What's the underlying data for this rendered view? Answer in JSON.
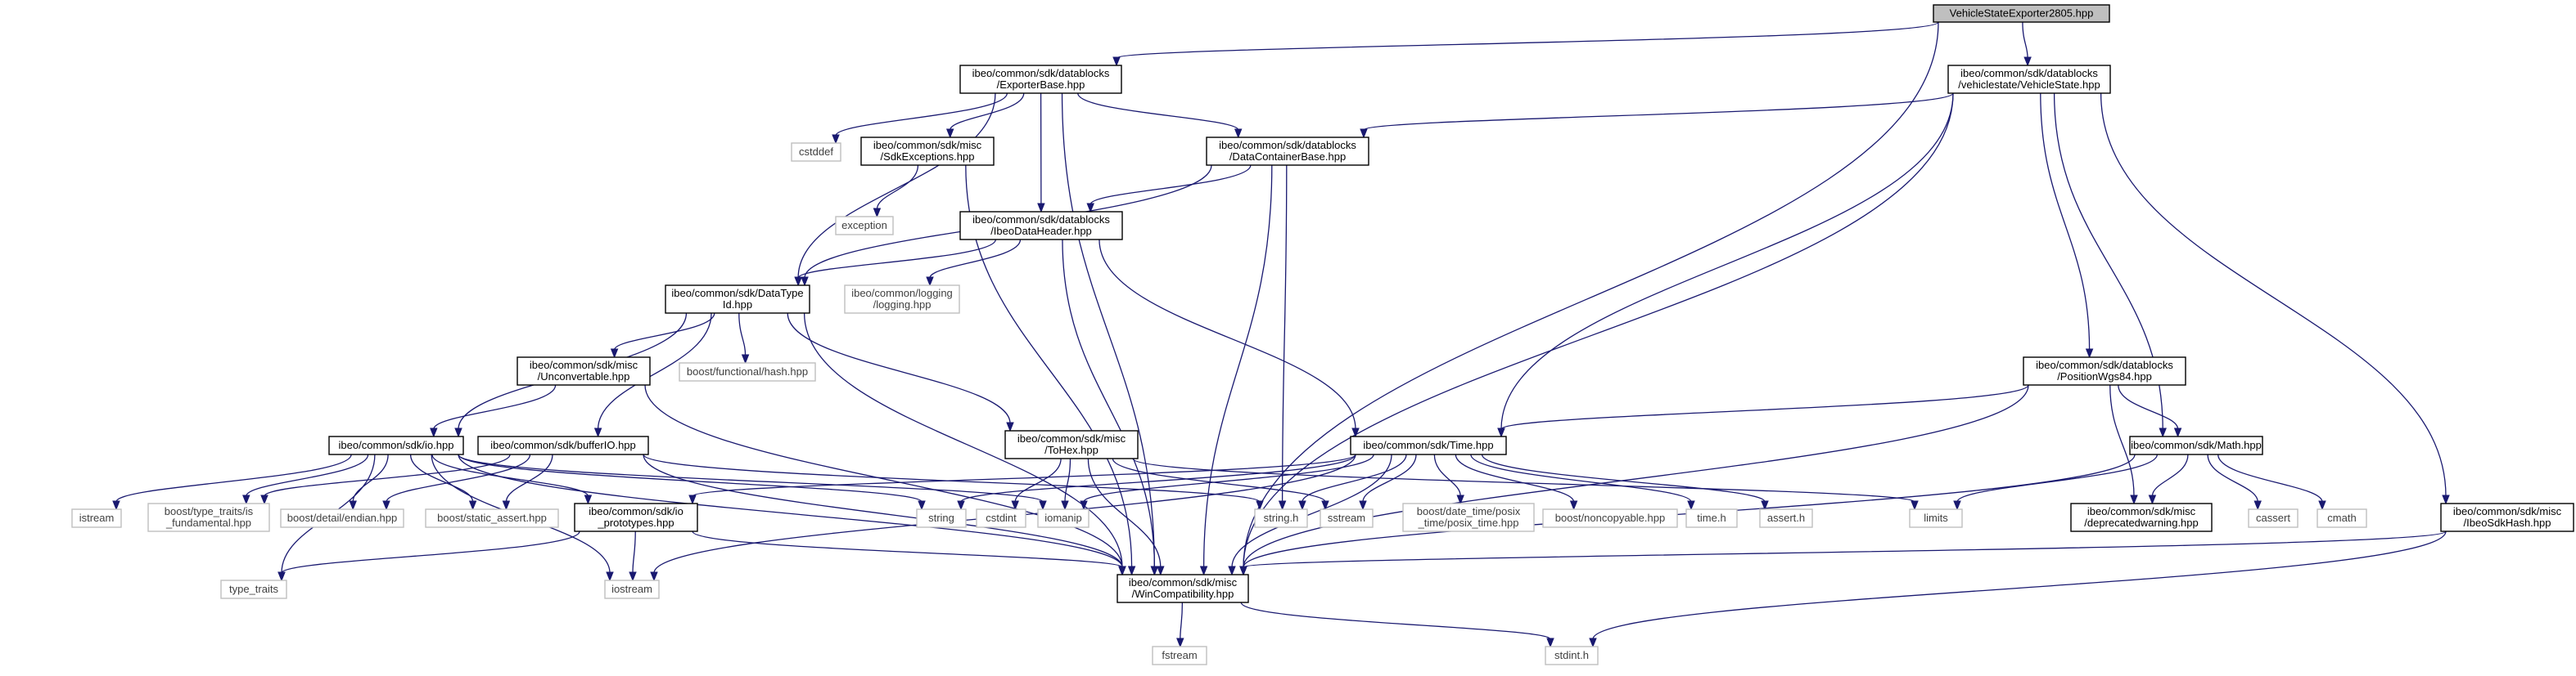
{
  "colors": {
    "edge": "#191970",
    "root_fill": "#bfbfbf",
    "external_border": "#bfbfbf",
    "text": "#000000"
  },
  "nodes": [
    {
      "id": "root",
      "kind": "root",
      "lines": [
        "VehicleStateExporter2805.hpp"
      ]
    },
    {
      "id": "exporterbase",
      "kind": "include",
      "lines": [
        "ibeo/common/sdk/datablocks",
        "/ExporterBase.hpp"
      ]
    },
    {
      "id": "vehiclestate",
      "kind": "include",
      "lines": [
        "ibeo/common/sdk/datablocks",
        "/vehiclestate/VehicleState.hpp"
      ]
    },
    {
      "id": "cstddef",
      "kind": "external",
      "lines": [
        "cstddef"
      ]
    },
    {
      "id": "sdkexceptions",
      "kind": "include",
      "lines": [
        "ibeo/common/sdk/misc",
        "/SdkExceptions.hpp"
      ]
    },
    {
      "id": "datacontainerbase",
      "kind": "include",
      "lines": [
        "ibeo/common/sdk/datablocks",
        "/DataContainerBase.hpp"
      ]
    },
    {
      "id": "exception",
      "kind": "external",
      "lines": [
        "exception"
      ]
    },
    {
      "id": "ibeodataheader",
      "kind": "include",
      "lines": [
        "ibeo/common/sdk/datablocks",
        "/IbeoDataHeader.hpp"
      ]
    },
    {
      "id": "datatypeid",
      "kind": "include",
      "lines": [
        "ibeo/common/sdk/DataType",
        "Id.hpp"
      ]
    },
    {
      "id": "logging",
      "kind": "external",
      "lines": [
        "ibeo/common/logging",
        "/logging.hpp"
      ]
    },
    {
      "id": "unconvertable",
      "kind": "include",
      "lines": [
        "ibeo/common/sdk/misc",
        "/Unconvertable.hpp"
      ]
    },
    {
      "id": "functionalhash",
      "kind": "external",
      "lines": [
        "boost/functional/hash.hpp"
      ]
    },
    {
      "id": "positionwgs84",
      "kind": "include",
      "lines": [
        "ibeo/common/sdk/datablocks",
        "/PositionWgs84.hpp"
      ]
    },
    {
      "id": "iohpp",
      "kind": "include",
      "lines": [
        "ibeo/common/sdk/io.hpp"
      ]
    },
    {
      "id": "bufferio",
      "kind": "include",
      "lines": [
        "ibeo/common/sdk/bufferIO.hpp"
      ]
    },
    {
      "id": "tohex",
      "kind": "include",
      "lines": [
        "ibeo/common/sdk/misc",
        "/ToHex.hpp"
      ]
    },
    {
      "id": "timehpp",
      "kind": "include",
      "lines": [
        "ibeo/common/sdk/Time.hpp"
      ]
    },
    {
      "id": "mathhpp",
      "kind": "include",
      "lines": [
        "ibeo/common/sdk/Math.hpp"
      ]
    },
    {
      "id": "istream",
      "kind": "external",
      "lines": [
        "istream"
      ]
    },
    {
      "id": "typetraitsfund",
      "kind": "external",
      "lines": [
        "boost/type_traits/is",
        "_fundamental.hpp"
      ]
    },
    {
      "id": "endian",
      "kind": "external",
      "lines": [
        "boost/detail/endian.hpp"
      ]
    },
    {
      "id": "staticassert",
      "kind": "external",
      "lines": [
        "boost/static_assert.hpp"
      ]
    },
    {
      "id": "ioprototypes",
      "kind": "include",
      "lines": [
        "ibeo/common/sdk/io",
        "_prototypes.hpp"
      ]
    },
    {
      "id": "string",
      "kind": "external",
      "lines": [
        "string"
      ]
    },
    {
      "id": "cstdint",
      "kind": "external",
      "lines": [
        "cstdint"
      ]
    },
    {
      "id": "iomanip",
      "kind": "external",
      "lines": [
        "iomanip"
      ]
    },
    {
      "id": "stringh",
      "kind": "external",
      "lines": [
        "string.h"
      ]
    },
    {
      "id": "sstream",
      "kind": "external",
      "lines": [
        "sstream"
      ]
    },
    {
      "id": "posixtime",
      "kind": "external",
      "lines": [
        "boost/date_time/posix",
        "_time/posix_time.hpp"
      ]
    },
    {
      "id": "noncopyable",
      "kind": "external",
      "lines": [
        "boost/noncopyable.hpp"
      ]
    },
    {
      "id": "timeh",
      "kind": "external",
      "lines": [
        "time.h"
      ]
    },
    {
      "id": "asserth",
      "kind": "external",
      "lines": [
        "assert.h"
      ]
    },
    {
      "id": "limits",
      "kind": "external",
      "lines": [
        "limits"
      ]
    },
    {
      "id": "deprecatedwarning",
      "kind": "include",
      "lines": [
        "ibeo/common/sdk/misc",
        "/deprecatedwarning.hpp"
      ]
    },
    {
      "id": "cassert",
      "kind": "external",
      "lines": [
        "cassert"
      ]
    },
    {
      "id": "cmath",
      "kind": "external",
      "lines": [
        "cmath"
      ]
    },
    {
      "id": "ibeosdkhash",
      "kind": "include",
      "lines": [
        "ibeo/common/sdk/misc",
        "/IbeoSdkHash.hpp"
      ]
    },
    {
      "id": "typetraits",
      "kind": "external",
      "lines": [
        "type_traits"
      ]
    },
    {
      "id": "iostream",
      "kind": "external",
      "lines": [
        "iostream"
      ]
    },
    {
      "id": "wincompat",
      "kind": "include",
      "lines": [
        "ibeo/common/sdk/misc",
        "/WinCompatibility.hpp"
      ]
    },
    {
      "id": "fstream",
      "kind": "external",
      "lines": [
        "fstream"
      ]
    },
    {
      "id": "stdinth",
      "kind": "external",
      "lines": [
        "stdint.h"
      ]
    }
  ],
  "edges": [
    [
      "root",
      "exporterbase"
    ],
    [
      "root",
      "vehiclestate"
    ],
    [
      "root",
      "wincompat"
    ],
    [
      "exporterbase",
      "cstddef"
    ],
    [
      "exporterbase",
      "sdkexceptions"
    ],
    [
      "exporterbase",
      "datacontainerbase"
    ],
    [
      "exporterbase",
      "ibeodataheader"
    ],
    [
      "exporterbase",
      "datatypeid"
    ],
    [
      "exporterbase",
      "wincompat"
    ],
    [
      "vehiclestate",
      "datacontainerbase"
    ],
    [
      "vehiclestate",
      "timehpp"
    ],
    [
      "vehiclestate",
      "positionwgs84"
    ],
    [
      "vehiclestate",
      "mathhpp"
    ],
    [
      "vehiclestate",
      "ibeosdkhash"
    ],
    [
      "vehiclestate",
      "wincompat"
    ],
    [
      "sdkexceptions",
      "exception"
    ],
    [
      "sdkexceptions",
      "wincompat"
    ],
    [
      "datacontainerbase",
      "ibeodataheader"
    ],
    [
      "datacontainerbase",
      "datatypeid"
    ],
    [
      "datacontainerbase",
      "stringh"
    ],
    [
      "datacontainerbase",
      "wincompat"
    ],
    [
      "ibeodataheader",
      "datatypeid"
    ],
    [
      "ibeodataheader",
      "logging"
    ],
    [
      "ibeodataheader",
      "timehpp"
    ],
    [
      "ibeodataheader",
      "wincompat"
    ],
    [
      "datatypeid",
      "unconvertable"
    ],
    [
      "datatypeid",
      "functionalhash"
    ],
    [
      "datatypeid",
      "iohpp"
    ],
    [
      "datatypeid",
      "bufferio"
    ],
    [
      "datatypeid",
      "tohex"
    ],
    [
      "datatypeid",
      "wincompat"
    ],
    [
      "unconvertable",
      "iohpp"
    ],
    [
      "unconvertable",
      "wincompat"
    ],
    [
      "positionwgs84",
      "timehpp"
    ],
    [
      "positionwgs84",
      "mathhpp"
    ],
    [
      "positionwgs84",
      "deprecatedwarning"
    ],
    [
      "positionwgs84",
      "wincompat"
    ],
    [
      "iohpp",
      "istream"
    ],
    [
      "iohpp",
      "typetraitsfund"
    ],
    [
      "iohpp",
      "endian"
    ],
    [
      "iohpp",
      "staticassert"
    ],
    [
      "iohpp",
      "ioprototypes"
    ],
    [
      "iohpp",
      "string"
    ],
    [
      "iohpp",
      "iomanip"
    ],
    [
      "iohpp",
      "typetraits"
    ],
    [
      "iohpp",
      "iostream"
    ],
    [
      "iohpp",
      "wincompat"
    ],
    [
      "bufferio",
      "typetraitsfund"
    ],
    [
      "bufferio",
      "endian"
    ],
    [
      "bufferio",
      "staticassert"
    ],
    [
      "bufferio",
      "stringh"
    ],
    [
      "bufferio",
      "wincompat"
    ],
    [
      "tohex",
      "cstdint"
    ],
    [
      "tohex",
      "iomanip"
    ],
    [
      "tohex",
      "sstream"
    ],
    [
      "tohex",
      "limits"
    ],
    [
      "tohex",
      "wincompat"
    ],
    [
      "timehpp",
      "ioprototypes"
    ],
    [
      "timehpp",
      "string"
    ],
    [
      "timehpp",
      "iomanip"
    ],
    [
      "timehpp",
      "stringh"
    ],
    [
      "timehpp",
      "sstream"
    ],
    [
      "timehpp",
      "posixtime"
    ],
    [
      "timehpp",
      "noncopyable"
    ],
    [
      "timehpp",
      "timeh"
    ],
    [
      "timehpp",
      "asserth"
    ],
    [
      "timehpp",
      "iostream"
    ],
    [
      "timehpp",
      "wincompat"
    ],
    [
      "mathhpp",
      "limits"
    ],
    [
      "mathhpp",
      "deprecatedwarning"
    ],
    [
      "mathhpp",
      "cassert"
    ],
    [
      "mathhpp",
      "cmath"
    ],
    [
      "mathhpp",
      "wincompat"
    ],
    [
      "ibeosdkhash",
      "wincompat"
    ],
    [
      "ibeosdkhash",
      "stdinth"
    ],
    [
      "ioprototypes",
      "typetraits"
    ],
    [
      "ioprototypes",
      "iostream"
    ],
    [
      "ioprototypes",
      "wincompat"
    ],
    [
      "wincompat",
      "fstream"
    ],
    [
      "wincompat",
      "stdinth"
    ]
  ]
}
